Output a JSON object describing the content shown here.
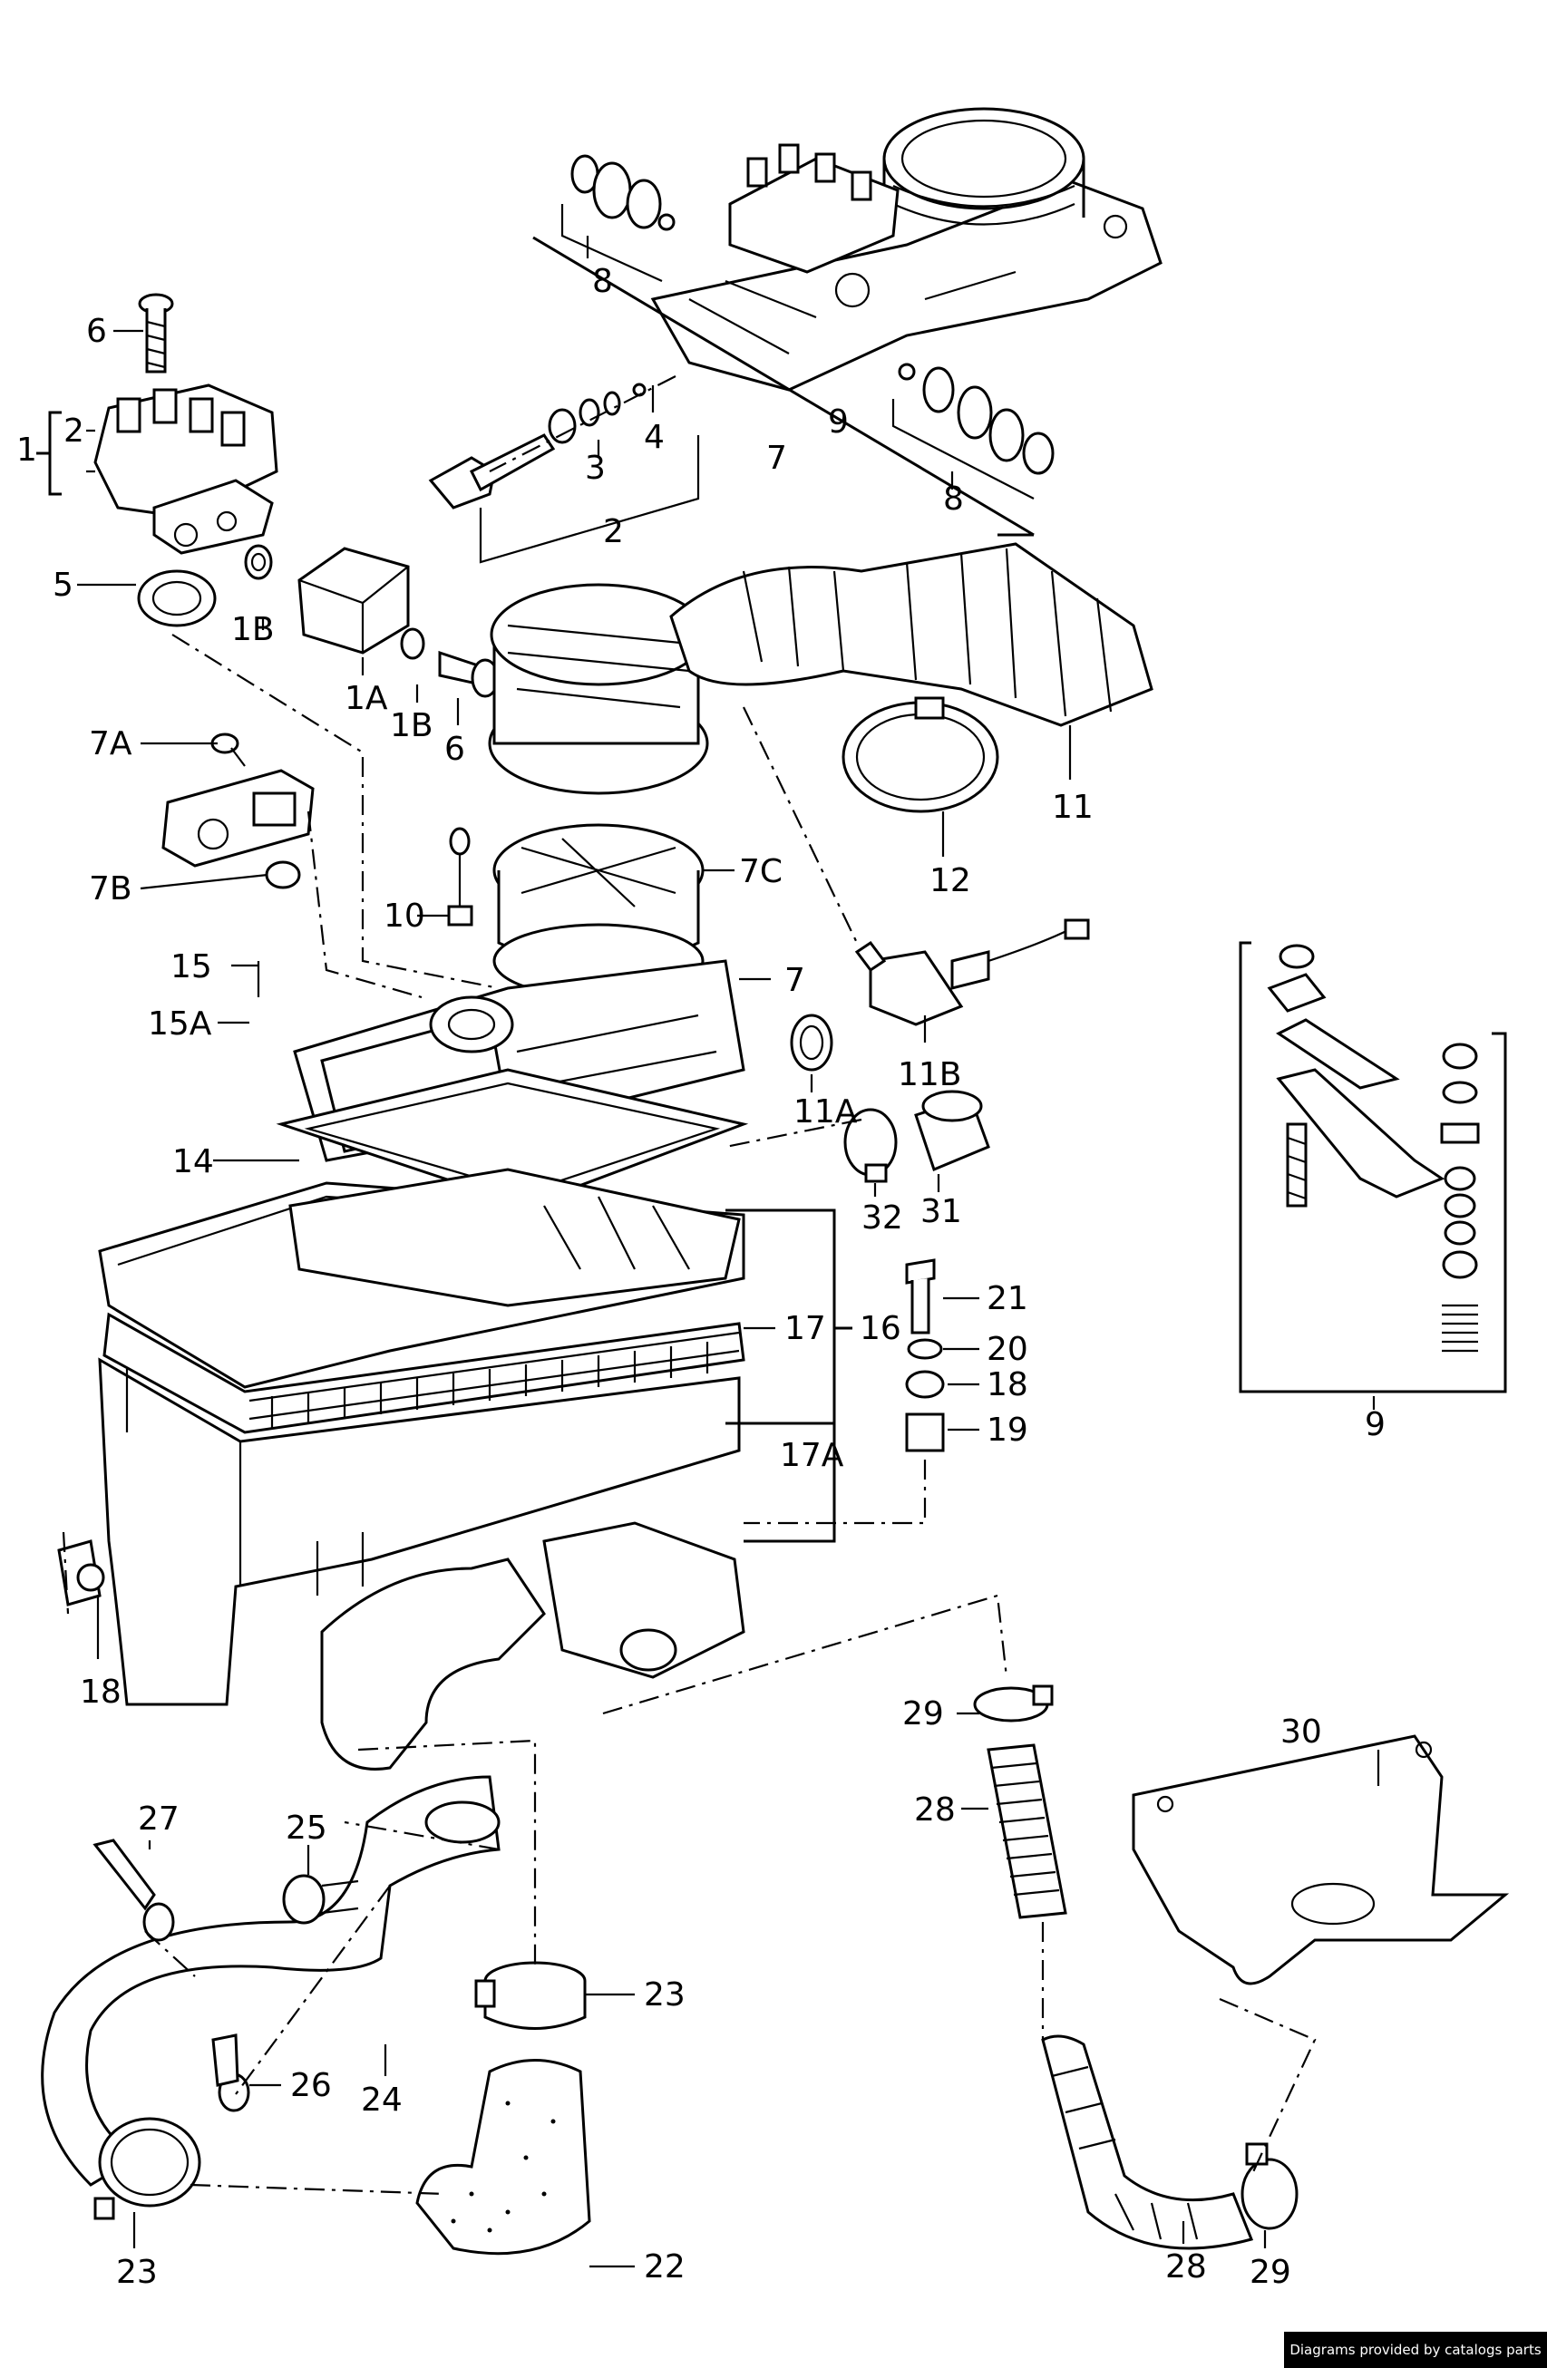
{
  "callouts": {
    "c1": "1",
    "c2a": "2",
    "c2b": "2",
    "c3": "3",
    "c4": "4",
    "c5": "5",
    "c6a": "6",
    "c6b": "6",
    "c7": "7",
    "c7b": "7",
    "c7A": "7A",
    "c7B": "7B",
    "c7C": "7C",
    "c8a": "8",
    "c8b": "8",
    "c9a": "9",
    "c9b": "9",
    "c10": "10",
    "c11": "11",
    "c11A": "11A",
    "c11B": "11B",
    "c12": "12",
    "c14": "14",
    "c15": "15",
    "c15A": "15A",
    "c16": "16",
    "c17": "17",
    "c17A": "17A",
    "c18a": "18",
    "c18b": "18",
    "c19": "19",
    "c20": "20",
    "c21": "21",
    "c22": "22",
    "c23a": "23",
    "c23b": "23",
    "c24": "24",
    "c25": "25",
    "c26": "26",
    "c27": "27",
    "c28a": "28",
    "c28b": "28",
    "c29a": "29",
    "c29b": "29",
    "c30": "30",
    "c31": "31",
    "c32": "32",
    "c1A": "1A",
    "c1Ba": "1B",
    "c1Bb": "1B"
  },
  "credit": "Diagrams provided by catalogs parts"
}
